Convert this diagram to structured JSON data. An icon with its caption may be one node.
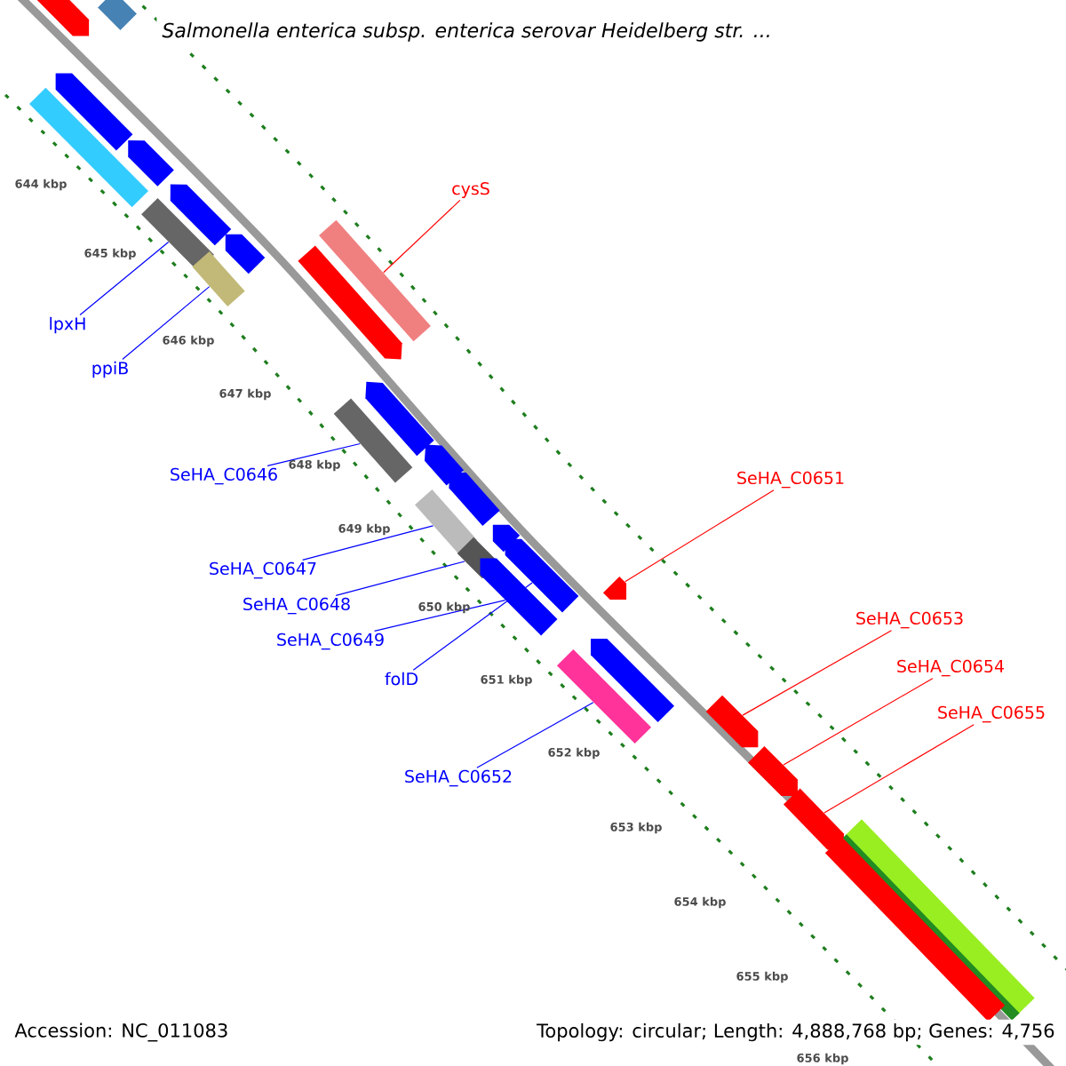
{
  "diagram": {
    "title": "Salmonella enterica subsp. enterica serovar Heidelberg str. ...",
    "nodes": [
      {
        "text": [
          "cysS"
        ]
      },
      {
        "text": [
          "lpxH"
        ]
      },
      {
        "text": [
          "ppiB"
        ]
      },
      {
        "text": [
          "SeHA_C0646"
        ]
      },
      {
        "text": [
          "SeHA_C0651"
        ]
      },
      {
        "text": [
          "SeHA_C0647"
        ]
      },
      {
        "text": [
          "SeHA_C0648"
        ]
      },
      {
        "text": [
          "SeHA_C0653"
        ]
      },
      {
        "text": [
          "SeHA_C0649"
        ]
      },
      {
        "text": [
          "SeHA_C0654"
        ]
      },
      {
        "text": [
          "folD"
        ]
      },
      {
        "text": [
          "SeHA_C0655"
        ]
      },
      {
        "text": [
          "SeHA_C0652"
        ]
      },
      {
        "text": [],
        "shape": "bar"
      },
      {
        "text": [],
        "shape": "arrow"
      },
      {
        "text": [],
        "shape": "arrow"
      },
      {
        "text": [],
        "shape": "bar"
      },
      {
        "text": [],
        "shape": "arrow"
      },
      {
        "text": [],
        "shape": "arrow"
      },
      {
        "text": [],
        "shape": "bar"
      },
      {
        "text": [],
        "shape": "arrow"
      },
      {
        "text": [],
        "shape": "bar"
      },
      {
        "text": [],
        "shape": "bar"
      },
      {
        "text": [],
        "shape": "arrow"
      },
      {
        "text": [],
        "shape": "arrow"
      },
      {
        "text": [],
        "shape": "bar"
      },
      {
        "text": [],
        "shape": "arrow"
      },
      {
        "text": [],
        "shape": "arrow"
      },
      {
        "text": [],
        "shape": "bar"
      },
      {
        "text": [],
        "shape": "arrow"
      },
      {
        "text": [],
        "shape": "bar"
      },
      {
        "text": [],
        "shape": "arrow"
      },
      {
        "text": [],
        "shape": "arrow"
      },
      {
        "text": [],
        "shape": "arrow"
      },
      {
        "text": [],
        "shape": "arrow"
      },
      {
        "text": [],
        "shape": "bar"
      },
      {
        "text": [],
        "shape": "arrow"
      },
      {
        "text": [],
        "shape": "arrow"
      },
      {
        "text": [],
        "shape": "arrow"
      },
      {
        "text": [],
        "shape": "bar"
      },
      {
        "text": [],
        "shape": "bar"
      },
      {
        "text": [],
        "shape": "bar"
      }
    ],
    "edges": [
      {
        "from": 0,
        "to": 22,
        "arrow": "none",
        "color": "#ff0000"
      },
      {
        "from": 1,
        "to": 19,
        "arrow": "none"
      },
      {
        "from": 2,
        "to": 21,
        "arrow": "none"
      },
      {
        "from": 3,
        "to": 25,
        "arrow": "none"
      },
      {
        "from": 4,
        "to": 32,
        "arrow": "none",
        "color": "#ff0000"
      },
      {
        "from": 5,
        "to": 28,
        "arrow": "none"
      },
      {
        "from": 6,
        "to": 30,
        "arrow": "none"
      },
      {
        "from": 7,
        "to": 36,
        "arrow": "none",
        "color": "#ff0000"
      },
      {
        "from": 8,
        "to": 33,
        "arrow": "none"
      },
      {
        "from": 9,
        "to": 37,
        "arrow": "none",
        "color": "#ff0000"
      },
      {
        "from": 10,
        "to": 31,
        "arrow": "none"
      },
      {
        "from": 11,
        "to": 38,
        "arrow": "none",
        "color": "#ff0000"
      },
      {
        "from": 12,
        "to": 35,
        "arrow": "none"
      }
    ],
    "labels": [
      "644 kbp",
      "645 kbp",
      "646 kbp",
      "647 kbp",
      "648 kbp",
      "649 kbp",
      "650 kbp",
      "651 kbp",
      "652 kbp",
      "653 kbp",
      "654 kbp",
      "655 kbp",
      "656 kbp",
      "Accession: NC_011083",
      "Topology: circular; Length: 4,888,768 bp; Genes: 4,756"
    ]
  }
}
